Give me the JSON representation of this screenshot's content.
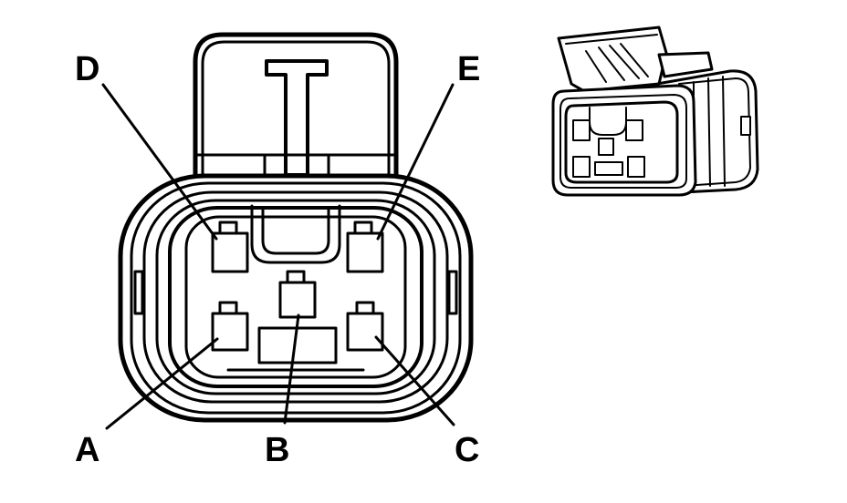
{
  "pin_labels": {
    "a": "A",
    "b": "B",
    "c": "C",
    "d": "D",
    "e": "E"
  },
  "colors": {
    "line": "#000000",
    "background": "#ffffff"
  }
}
